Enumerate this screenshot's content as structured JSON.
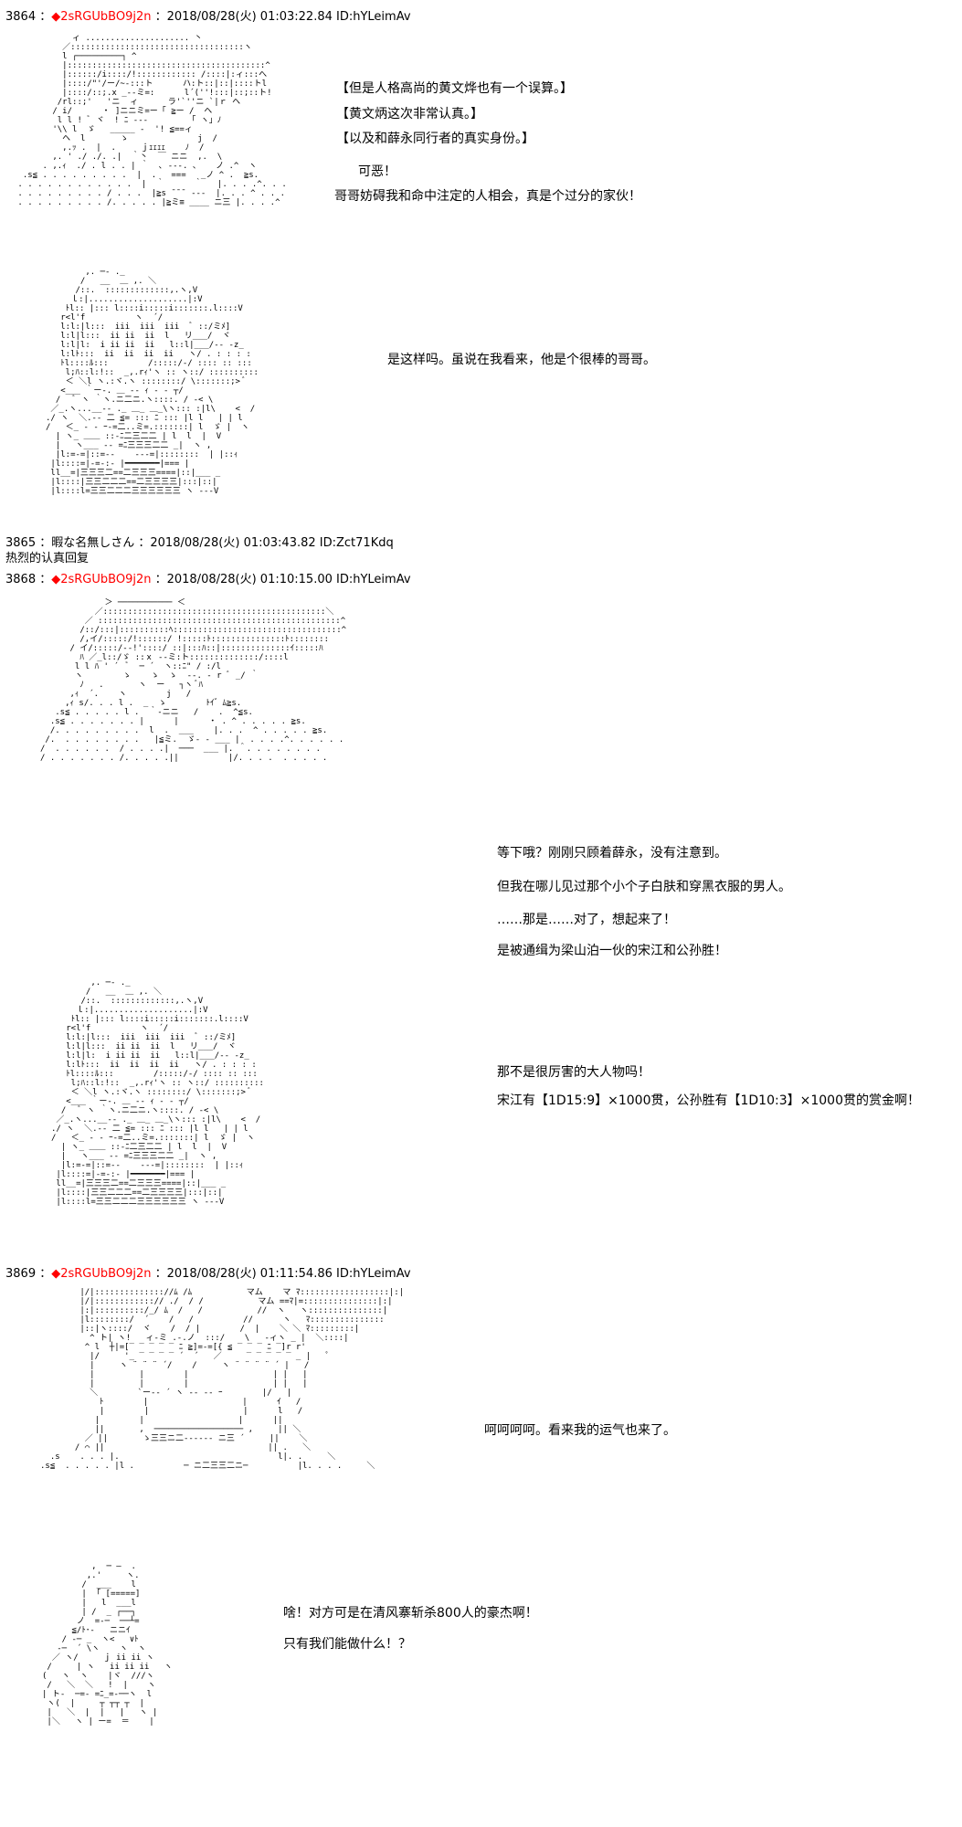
{
  "posts": [
    {
      "num": "3864",
      "sep": " ：",
      "trip": "◆2sRGUbBO9j2n",
      "meta": " ：2018/08/28(火) 01:03:22.84 ID:hYLeimAv"
    },
    {
      "num": "3865",
      "sep": " ：",
      "name": "暇な名無しさん",
      "meta": " ：2018/08/28(火) 01:03:43.82 ID:Zct71Kdq",
      "body": "热烈的认真回复"
    },
    {
      "num": "3868",
      "sep": " ：",
      "trip": "◆2sRGUbBO9j2n",
      "meta": " ：2018/08/28(火) 01:10:15.00 ID:hYLeimAv"
    },
    {
      "num": "3869",
      "sep": " ：",
      "trip": "◆2sRGUbBO9j2n",
      "meta": " ：2018/08/28(火) 01:11:54.86 ID:hYLeimAv"
    }
  ],
  "lines": {
    "l1": "【但是人格高尚的黄文烨也有一个误算。】",
    "l2": "【黄文炳这次非常认真。】",
    "l3": "【以及和薛永同行者的真实身份。】",
    "l4": "可恶！",
    "l5": "哥哥妨碍我和命中注定的人相会，真是个过分的家伙！",
    "l6": "是这样吗。虽说在我看来，他是个很棒的哥哥。",
    "l7": "等下哦？刚刚只顾着薛永，没有注意到。",
    "l8": "但我在哪儿见过那个小个子白肤和穿黑衣服的男人。",
    "l9": "……那是……对了，想起来了！",
    "l10": "是被通缉为梁山泊一伙的宋江和公孙胜！",
    "l11": "那不是很厉害的大人物吗！",
    "l12": "宋江有【1D15:9】×1000贯，公孙胜有【1D10:3】×1000贯的赏金啊！",
    "l13": "呵呵呵呵。看来我的运气也来了。",
    "l14": "啥！对方可是在清风寨斩杀800人的豪杰啊！",
    "l15": "只有我们能做什么！？"
  },
  "art": {
    "a1": "            ィ ..................... 丶\n          ／:::::::::::::::::::::::::::::::::::ヽ\n          l ┌─────────┐ ^\n          |::::::::::::::::::::::::::::::::::::::::^\n          |::::::/i::::/!:::::::::::: /::::|:ィ:::へ\n          |::::/\"'/ー/~-:::ト      ハ:ト::|::|::::トl\n          |::::/::;.x _--ミ=:      l´(''!:::|::;::ト!\n         /rl::;'   'ニ  ィ      ラ'`''ニ `|ｒ ヘ\n        / i/      ・ ]ニニミ=ー「 ≧ー /  ヘ\n         l l ! ﾞ ヾ  ! ﾆ ---        「 ヽ」ﾉ\n        '\\\\ l  ゞ   _____ -  '! ≦==ィ\n          ヘ  l       ゝ              j  /\n          ,.ｯ .  |  .     ｊｪｪｪｪ    ﾉ  /\n        ,. ' ./ ./. .|  ｀丶  ￣ ニニ  ,.  \\\n      . ,.ｨ  ./ . l . . | ｀  ､ ---. 、   ノ .^  ヽ\n  .s≦ . . . . . . . . .  |  .   ===   _ノ ^ .  ≧s.\n . . . . . . . . . . . .  |  ｀      ｀   |. . . .^. . . . . ≧s.\n . . . . . . . . . / . . .  |≧s ¯¯¯ ---  |. . . ^ . . . .\n . . . . . . . . . /. . . . . |≧ミ≡ ____ ニ三 |. . . .^ . . .ヽ.",
    "a2": "        ,. ─- ._\n       /   __  ＿ ,. ＼\n      /::.  :::::::::::::,.ヽ,V\n     ｌ:|....................|:V\n    ﾄl:: |::: l::::i:::::i:::::::.l::::V\n   r<l'f          ヽ  ´/\n   l:l:|l:::  iii  iii  iii  ﾞ ::/ミﾒ]\n   l:l|l:::  ii ii  ii  l   リ___/  ヾ\n   l:l|l:  i ii ii  ii   l::l|___/-- -z_\n   l:lﾄ:::  ii  ii  ii  ii   ヽ/ . : : : :\n   ﾄl::::ﾙ:::        /:::::/-/ :::: :: :::\n    l;ﾊ::l:!::  _,.rｨ'ヽ :: ヽ::/ ::::::::::\n    ＜ ＼l ヽ.:ヾ.ヽ ::::::::/ \\:::::::;> ﾞ\n   <___ ｀ー-. ＿ -- ｨ - - ┬/\n  /   ﾞ ヽ ｀ヽ.ニ二ニ.ヽ::::. / -< \\\n ／_.ヽ...__-- ._ ＿_ ＿_\\ヽ::: :|l\\    <  /\n./ ヽ  ＼.-- 二 ≦= ::: ﾆ ::: |l l   | | l\n/   ＜_ - - ｰ-=二..ミ=.:::::::| l  ゞ |  ヽ\n  | ヽ_ ＿＿ ::-ﾆ二三二二 | l  l  |  V\n  |   ヽ___ -- =ﾆ三三三二二 _|  ヽ ,\n  |l:=-=|::=--    ---=|::::::::  | |::ｨ\n |l::::=|-=-:- |━━━━━━━|=== |\n ll__=|三三三二==二三三三====|::|___ _\n |l::::|三三二二二==二三三三三|:::|::|\n |l::::l=三三二二二三三三三三三 ヽ ---V",
    "a3": "             ＞ ─────────── ＜\n           ／:::::::::::::::::::::::::::::::::::::::::::::＼\n         ／ :::::::::::::::::::::::::::::::::::::::::::::::::^\n        /::/:::|::::::::::ﾍ::::::::::::::::::::::::::::::::::^\n        /,イ/:::::/!::::::/ !:::::ﾄ:::::::::::::::ﾄ::::::::\n      / イ/:::::/-‐!'::::/ ::|:::ﾊ::|::::::::::::::ｲ:::::ﾊ\n        ﾊ ／_l::/ゞ ::ｘ --ミ:ト::::::::::::::/::::l\n       l l ﾊ ' ´  ﾞ  ─ ´  ヽ::ﾆ\" / :/l\n       ヽ        ゝ    ゝ  ゝ  --. - r ﾞ _/ ｀\n        ﾉ   .       ヽ  ー   ┐ヽ ﾞﾊ\n      ,ｨ  ´.    ヽ        j   /\n     ,ｨ s/. . . l .  _  ゝ        ﾄｲ゛ﾑ≧s.\n   .s≦ . . . . . l .  ｀-ニニ   /    .  ^≦s.\n  .s≦ . . . . . . . |      |      ・ . ^ . . . . . ≧s.\n  /. . . . . . . . .  l  .  ___    |. . .  ^ . . . . . ≧s.\n /.  . . . . . . . .   |≦ミ.  ゞ- - ___ |  . . . .^. . . . . .\n/  . . . . . .  / . . . .|  ───  ___ |. ＾. . . . . . . .\n/ . . . . . . . /. . . . .||          |/. . . .  . . . . .",
    "a4": "        ,. ─- ._\n       /   __  ＿ ,. ＼\n      /::.  :::::::::::::,.ヽ,V\n     ｌ:|....................|:V\n    ﾄl:: |::: l::::i:::::i:::::::.l::::V\n   r<l'f          ヽ  ´/\n   l:l:|l:::  iii  iii  iii  ﾞ ::/ミﾒ]\n   l:l|l:::  ii ii  ii  l   リ___/  ヾ\n   l:l|l:  i ii ii  ii   l::l|___/-- -z_\n   l:lﾄ:::  ii  ii  ii  ii   ヽ/ . : : : :\n   ﾄl::::ﾙ:::        /:::::/-/ :::: :: :::\n    l;ﾊ::l:!::  _,.rｨ'ヽ :: ヽ::/ ::::::::::\n    ＜ ＼l ヽ.:ヾ.ヽ ::::::::/ \\:::::::;> ﾞ\n   <___ ｀ー-. ＿ -- ｨ - - ┬/\n  /   ﾞ ヽ ｀ヽ.ニ二ニ.ヽ::::. / -< \\\n ／_.ヽ...__-- ._ ＿_ ＿_\\ヽ::: :|l\\    <  /\n./ ヽ  ＼.-- 二 ≦= ::: ﾆ ::: |l l   | | l\n/   ＜_ - - ｰ-=二..ミ=.:::::::| l  ゞ |  ヽ\n  | ヽ_ ＿＿ ::-ﾆ二三二二 | l  l  |  V\n  |   ヽ___ -- =ﾆ三三三二二 _|  ヽ ,\n  |l:=-=|::=--    ---=|::::::::  | |::ｨ\n |l::::=|-=-:- |━━━━━━━|=== |\n ll__=|三三三二==二三三三====|::|___ _\n |l::::|三三二二二==二三三三三|:::|::|\n |l::::l=三三二二二三三三三三三 ヽ ---V",
    "a5": "        |/|:::::::::::::://ﾑ /ﾑ           マム    マ ﾏ::::::::::::::::::|:|\n        |/|::::::::::::// ./  / /           マム ==ﾏ|=:::::::::::::::|:|\n        |:|::::::::::/_/ ﾑ  /   /           //  ヽ   ヽ:::::::::::::::|\n        |l::::::::/  ´    /   /          //      ヽ   ﾏ:::::::::::::::\n        |::|ヽ::::/  ヾ    /  / |        /  |    ＼ ＼ ﾏ:::::::::|\n          ^ ト| ヽ!   ィ-ミ .-.ノ  :::/    \\   -ィヽ _ |  ＼::::|\n         ^ l  ┼|=[‾ ‾ ‾ ‾ ‾ ﾆ ≧]=-=[{ ≦ ‾ ‾ ‾ ﾆ ‾]r r'\n          |/     '_ ‾ ‾ ‾ ‾ ´  ´   ／     ‾ ‾ ‾ ‾ ‾ _ |   ﾟ\n          |     ヽ ¨ ¨ ¨ ´/    /     ヽ ¨ ¨ ¨ ¨ ´ |   /\n          |         |        |                 | |   |\n          |         |        |                 | |   |\n          ＼        `ー-- ´ ヽ -- ‐‐ ｰ        |/   |\n            ﾄ        |                   |      ｲ   /\n            |        |                   |      l   /\n           |        |                   |      ||\n           ||       ,  ────────────────── ,     || ＼\n         ／ ||       ゝ三三ニ二‐‐---- ニ三 ´     ||    ＼\n       / ⌒ ||                                 || .   ＼\n  .s    . . . |.                                l|. .     ＼\n.s≦  . . . . . |l .          ─ ニ二三三二ニ─          |l. . . .     ＼",
    "a6": "          ,  ─ ―  .\n         ,.'     ヽ.\n        /  ___    l\n        |  ｢ [=====]\n        |   l  ___l\n        | /  _ ┌──┐\n       ノ  =-─  ──┴=\n      ≦/ﾄ･-   ニニｲ\n    / -─ _  ヽ<   ∨ﾄ\n   -─  ´ \\ヽ    ヽ  ヽ\n  ／ ヽ/     ｊ ii ii ヽ\n /     | ヽ   ii ii ii   ヽ\n(   ヽ  ヽ    |ヾ  ///ヽ\n /   ＼  ＼   !  |    ヽ\n| ト-  ─=- =ﾆ_=-──ヽ  l\n ヽ(  |     ┬ ┬┬ ┬  |\n |   ＼  |  |   |   ヽ |\n |＼   ヽ | ー=  ＝    |"
  }
}
